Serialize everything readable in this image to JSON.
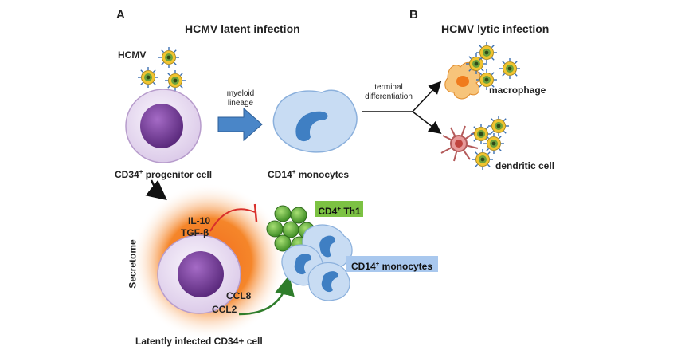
{
  "panels": {
    "a": "A",
    "b": "B"
  },
  "titles": {
    "latent": "HCMV latent infection",
    "lytic": "HCMV lytic infection"
  },
  "labels": {
    "hcmv": "HCMV",
    "myeloid_1": "myeloid",
    "myeloid_2": "lineage",
    "terminal_1": "terminal",
    "terminal_2": "differentiation",
    "macrophage": "macrophage",
    "dendritic": "dendritic cell",
    "progenitor_pre": "CD34",
    "progenitor_sup": "+",
    "progenitor_post": " progenitor cell",
    "monocytes_pre": "CD14",
    "monocytes_sup": "+",
    "monocytes_post": " monocytes",
    "il10": "IL-10",
    "tgfb": "TGF-β",
    "ccl8": "CCL8",
    "ccl2": "CCL2",
    "secretome": "Secretome",
    "latent_cell": "Latently infected CD34+ cell",
    "th1_pre": "CD4",
    "th1_sup": "+",
    "th1_post": " Th1",
    "mono2_pre": "CD14",
    "mono2_sup": "+",
    "mono2_post": " monocytes"
  },
  "colors": {
    "progenitor_cytoplasm": "#ede3f4",
    "nucleus": "#7b3f9e",
    "monocyte": "#c8dcf3",
    "monocyte_nucleus": "#3f7fc3",
    "arrow_blue": "#4a86c8",
    "halo_orange": "#f5862a",
    "th1_green": "#6fbf44",
    "th1_box": "#7cc243",
    "mono_box": "#a9c8ee",
    "inhibit_red": "#d9302b",
    "activate_green": "#2f7d2b"
  }
}
